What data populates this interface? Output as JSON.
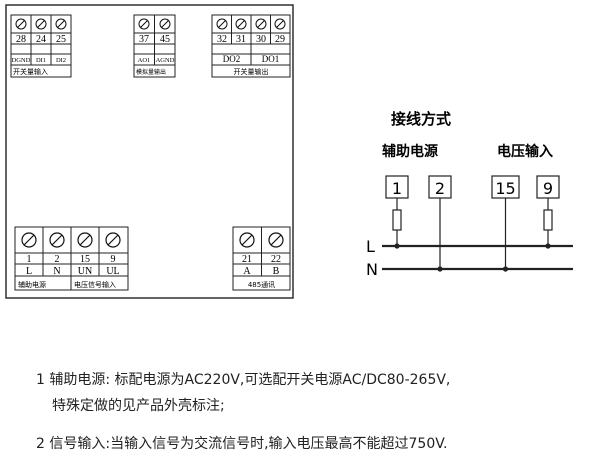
{
  "panel": {
    "top_left": {
      "terminals": [
        "28",
        "24",
        "25"
      ],
      "signals": [
        "DGND",
        "DI1",
        "DI2"
      ],
      "group": "开关量输入"
    },
    "top_middle": {
      "terminals": [
        "37",
        "45"
      ],
      "signals": [
        "AO1",
        "AGND"
      ],
      "group": "模拟量输出"
    },
    "top_right": {
      "terminals": [
        "32",
        "31",
        "30",
        "29"
      ],
      "signals": [
        "DO2",
        "DO1"
      ],
      "group": "开关量输出"
    },
    "bottom_left": {
      "terminals": [
        "1",
        "2",
        "15",
        "9"
      ],
      "signals": [
        "L",
        "N",
        "UN",
        "UL"
      ],
      "groups": [
        "辅助电源",
        "电压信号输入"
      ]
    },
    "bottom_right": {
      "terminals": [
        "21",
        "22"
      ],
      "signals": [
        "A",
        "B"
      ],
      "group": "485通讯"
    }
  },
  "wiring": {
    "title": "接线方式",
    "aux_power_label": "辅助电源",
    "voltage_input_label": "电压输入",
    "terminals": [
      "1",
      "2",
      "15",
      "9"
    ],
    "line_label": "L",
    "neutral_label": "N"
  },
  "notes": {
    "note1_line1": "1  辅助电源: 标配电源为AC220V,可选配开关电源AC/DC80-265V,",
    "note1_line2": "特殊定做的见产品外壳标注;",
    "note2": "2  信号输入:当输入信号为交流信号时,输入电压最高不能超过750V."
  }
}
